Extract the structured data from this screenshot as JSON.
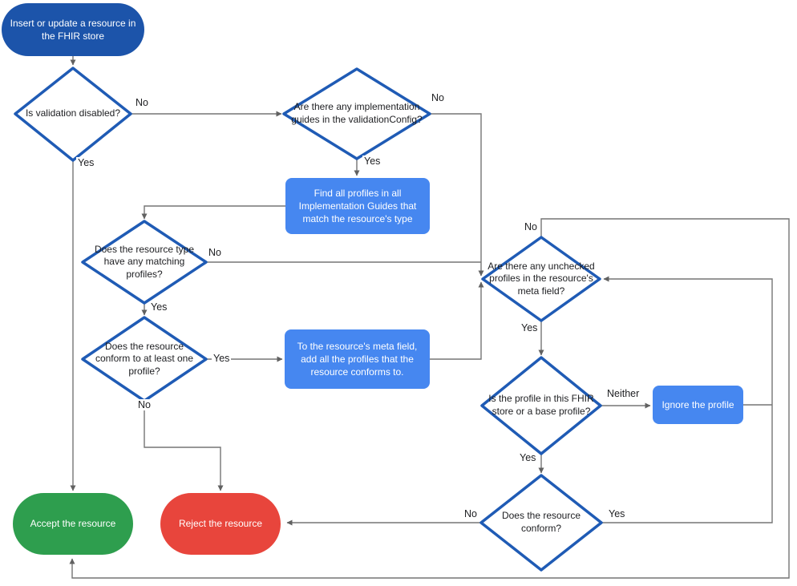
{
  "diagram_title": "FHIR store resource validation flowchart",
  "colors": {
    "start_node": "#1C54AA",
    "process_node": "#4687F0",
    "accept_node": "#2E9E4E",
    "reject_node": "#E8453C",
    "decision_border": "#1F5BB5",
    "connector_line": "#757575",
    "arrowhead": "#616161"
  },
  "nodes": {
    "start": {
      "label": "Insert or update a resource in the FHIR store"
    },
    "validation_disabled": {
      "label": "Is validation disabled?"
    },
    "implementation_guides": {
      "label": "Are there any implementation guides in the validationConfig?"
    },
    "find_profiles": {
      "label": "Find all profiles in all Implementation Guides that match the resource's type"
    },
    "matching_profiles": {
      "label": "Does the resource type have any matching profiles?"
    },
    "conform_one_profile": {
      "label": "Does the resource conform to at least one profile?"
    },
    "add_profiles": {
      "label": "To the resource's meta field, add all the profiles that the resource conforms to."
    },
    "unchecked_profiles": {
      "label": "Are there any unchecked profiles in the resource's meta field?"
    },
    "profile_in_store": {
      "label": "Is the profile in this FHIR store or a base profile?"
    },
    "ignore_profile": {
      "label": "Ignore the profile"
    },
    "resource_conform": {
      "label": "Does the resource conform?"
    },
    "accept": {
      "label": "Accept the resource"
    },
    "reject": {
      "label": "Reject the resource"
    }
  },
  "edge_labels": {
    "validation_disabled_no": "No",
    "validation_disabled_yes": "Yes",
    "implementation_guides_no": "No",
    "implementation_guides_yes": "Yes",
    "matching_profiles_no": "No",
    "matching_profiles_yes": "Yes",
    "conform_one_profile_yes": "Yes",
    "conform_one_profile_no": "No",
    "unchecked_profiles_no": "No",
    "unchecked_profiles_yes": "Yes",
    "profile_in_store_neither": "Neither",
    "profile_in_store_yes": "Yes",
    "resource_conform_no": "No",
    "resource_conform_yes": "Yes"
  }
}
